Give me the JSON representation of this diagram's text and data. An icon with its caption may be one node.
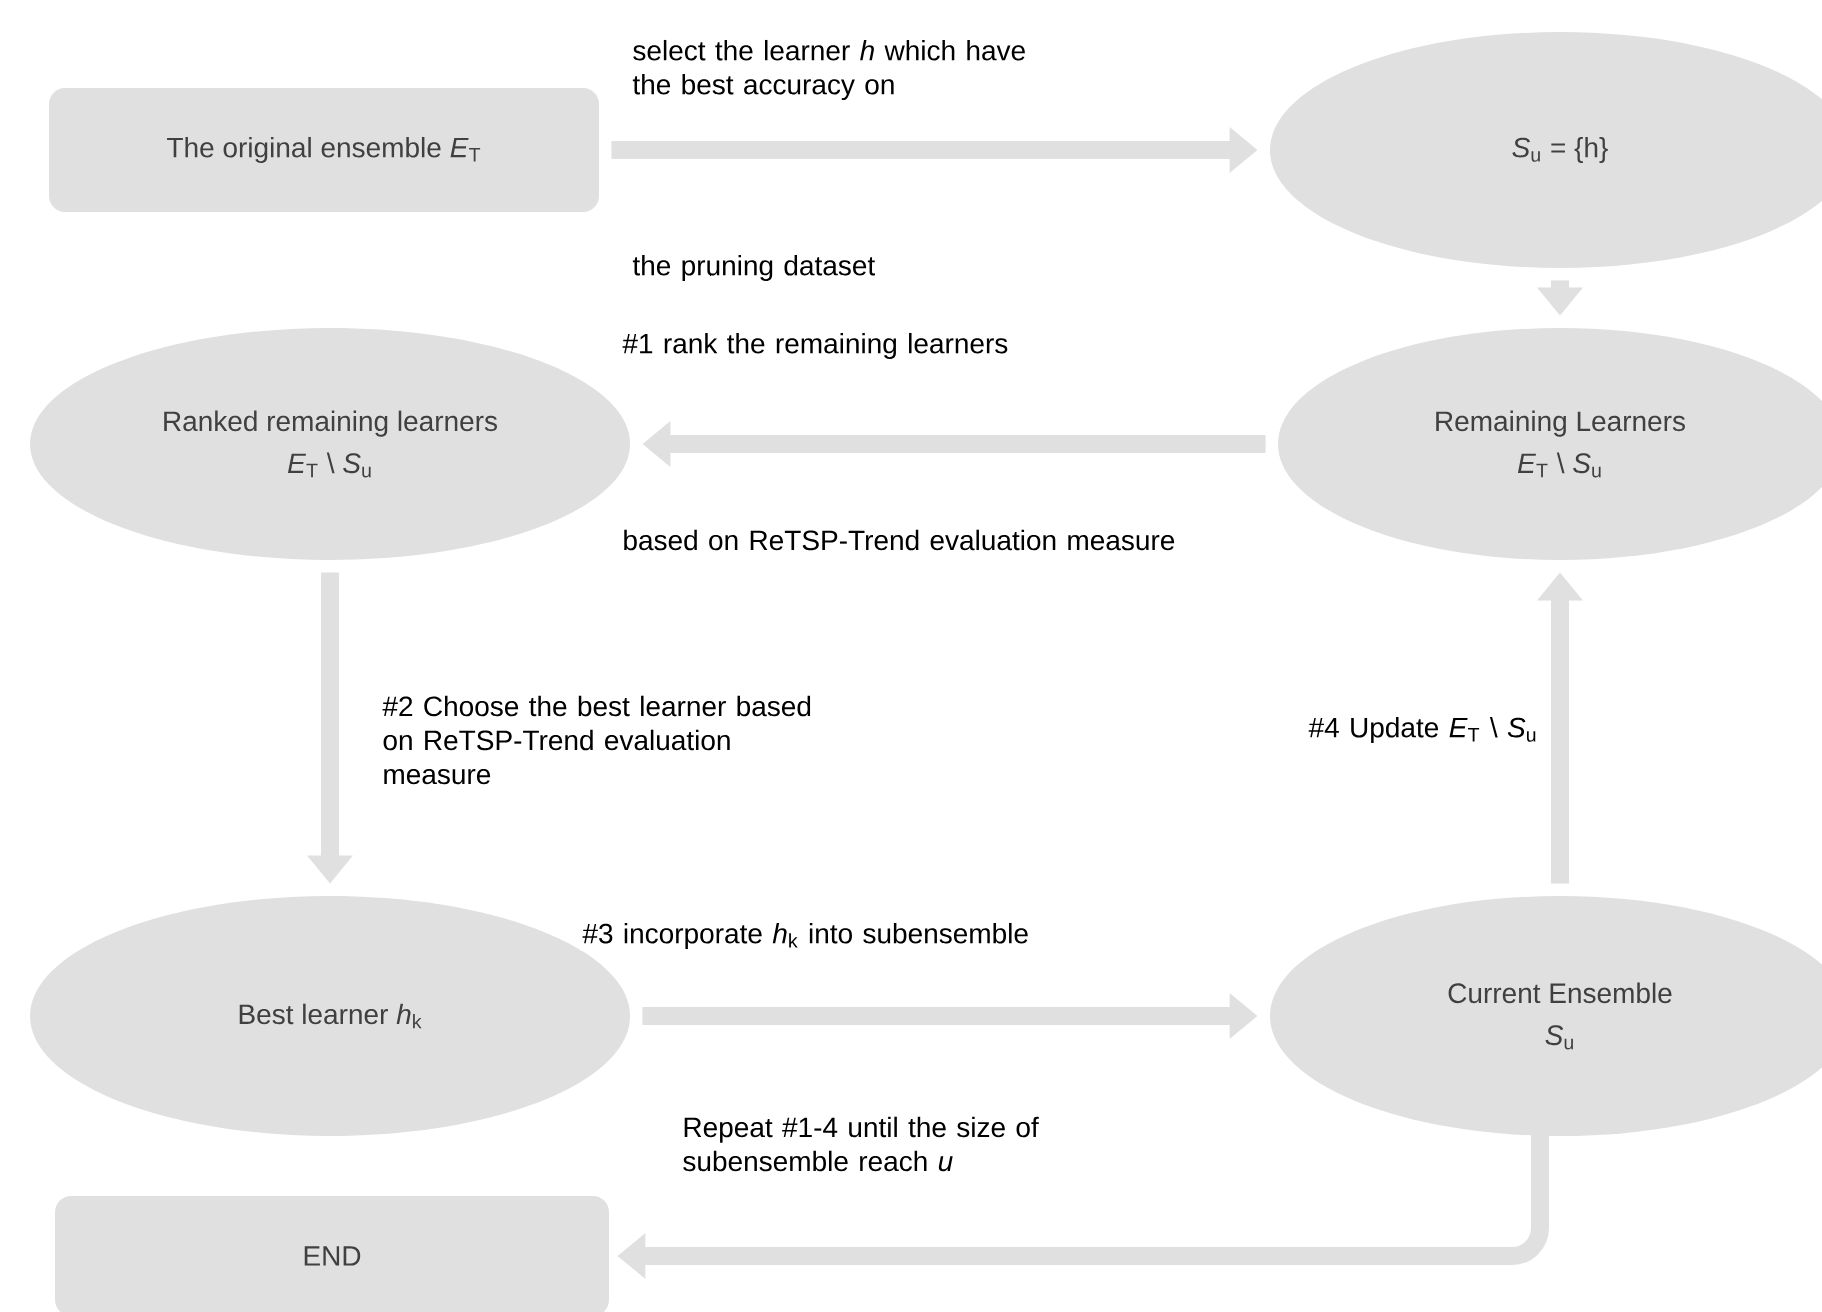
{
  "diagram": {
    "nodes": [
      {
        "text": [
          "The original ensemble *E*$_{T}$"
        ]
      },
      {
        "text": [
          "*S*$_{u}$ = {h}"
        ]
      },
      {
        "text": [
          "Remaining Learners",
          "*E*$_{T}$ \\ *S*$_{u}$"
        ]
      },
      {
        "text": [
          "Ranked remaining learners",
          "*E*$_{T}$ \\ *S*$_{u}$"
        ]
      },
      {
        "text": [
          "Best learner *h*$_{k}$"
        ]
      },
      {
        "text": [
          "Current Ensemble",
          "*S*$_{u}$"
        ]
      },
      {
        "text": [
          "END"
        ]
      }
    ],
    "edges": [
      {
        "from": 0,
        "to": 1,
        "arrow": "to",
        "label": "select the learner *h* which have the best accuracy on"
      },
      {
        "from": 1,
        "to": 2,
        "arrow": "to"
      },
      {
        "from": 2,
        "to": 3,
        "arrow": "to",
        "label": "#1 rank the remaining learners"
      },
      {
        "from": 3,
        "to": 4,
        "arrow": "to",
        "label": "#2 Choose the best learner based on ReTSP-Trend evaluation measure"
      },
      {
        "from": 4,
        "to": 5,
        "arrow": "to",
        "label": "#3 incorporate *h*$_{k}$ into subensemble"
      },
      {
        "from": 5,
        "to": 2,
        "arrow": "to",
        "label": "#4 Update *E*$_{T}$ \\ *S*$_{u}$"
      },
      {
        "from": 5,
        "to": 6,
        "arrow": "to",
        "label": "Repeat #1-4 until the size of subensemble reach *u*"
      }
    ],
    "labels": [
      "the pruning dataset",
      "based on ReTSP-Trend evaluation measure"
    ]
  }
}
